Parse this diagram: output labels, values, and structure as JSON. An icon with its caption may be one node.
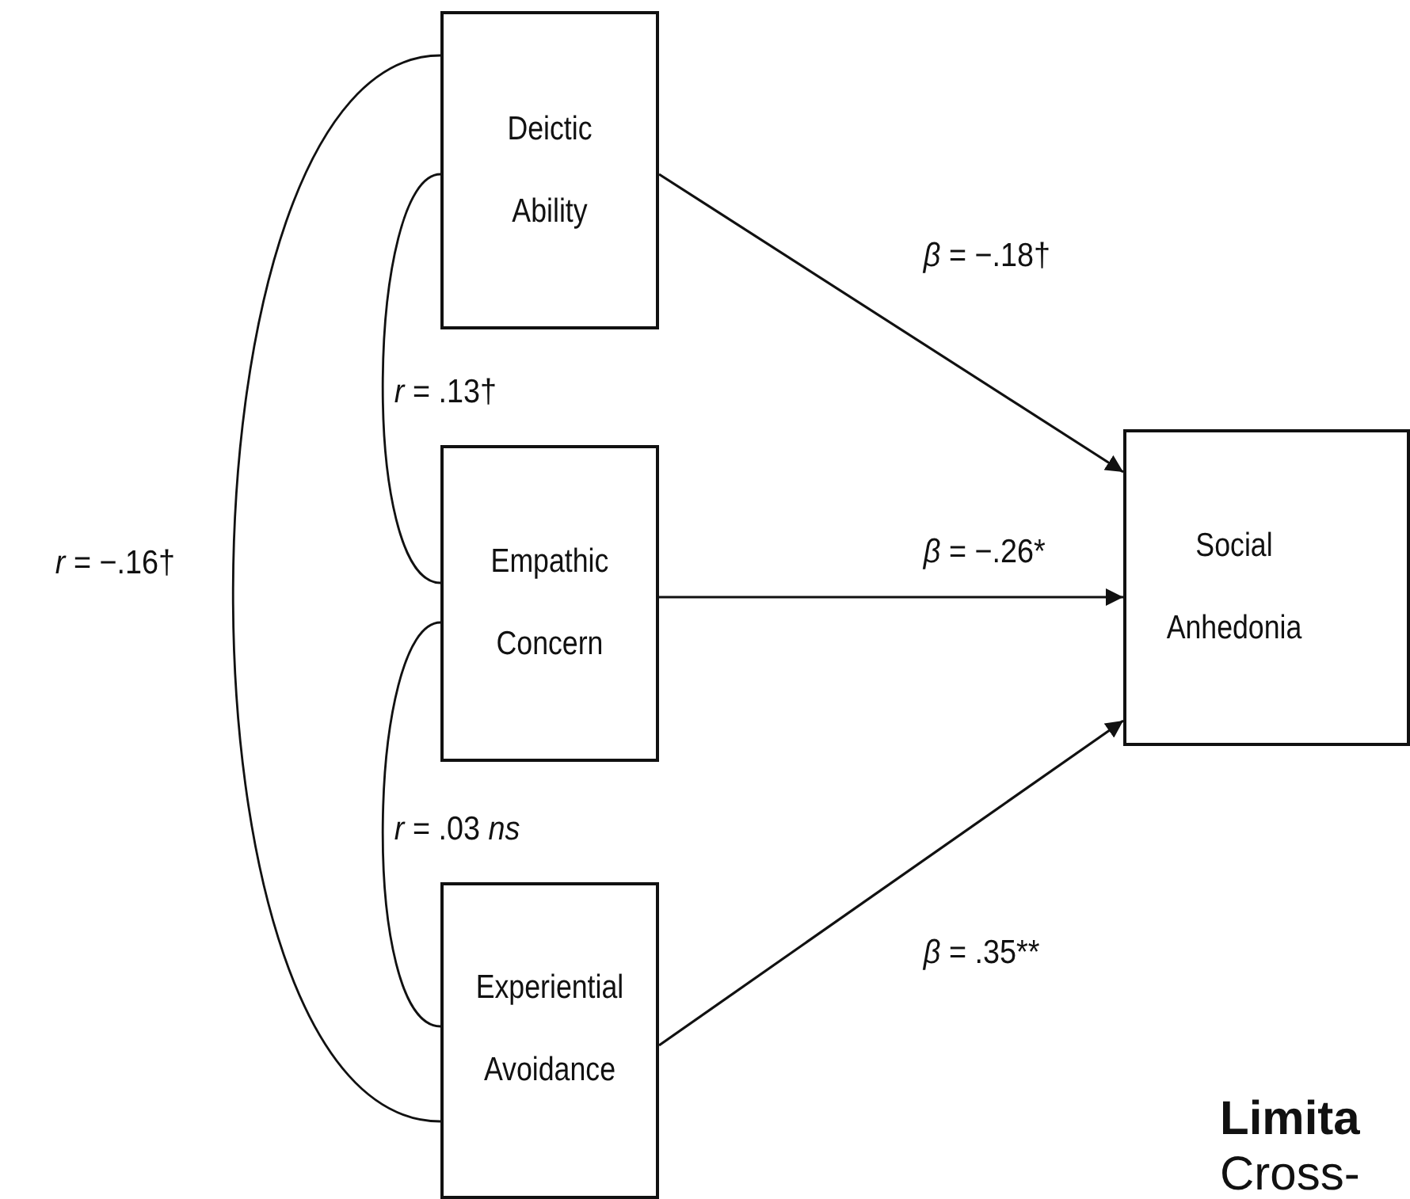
{
  "diagram": {
    "nodes": [
      {
        "text": [
          "Deictic Ability"
        ]
      },
      {
        "text": [
          "Empathic Concern"
        ]
      },
      {
        "text": [
          "Experiential Avoidance"
        ]
      },
      {
        "text": [
          "Social Anhedonia"
        ]
      }
    ],
    "edges": [
      {
        "from": 0,
        "to": 1,
        "arrow": "none",
        "label": "*r* = .13†"
      },
      {
        "from": 1,
        "to": 2,
        "arrow": "none",
        "label": "*r* = .03 *ns*"
      },
      {
        "from": 0,
        "to": 2,
        "arrow": "none",
        "label": "*r* = −.16†"
      },
      {
        "from": 0,
        "to": 3,
        "arrow": "to",
        "label": "*β* = −.18†"
      },
      {
        "from": 1,
        "to": 3,
        "arrow": "to",
        "label": "*β* = −.26*"
      },
      {
        "from": 2,
        "to": 3,
        "arrow": "to",
        "label": "*β* = .35**"
      }
    ],
    "labels": [
      "Limita",
      "Cross-"
    ]
  }
}
